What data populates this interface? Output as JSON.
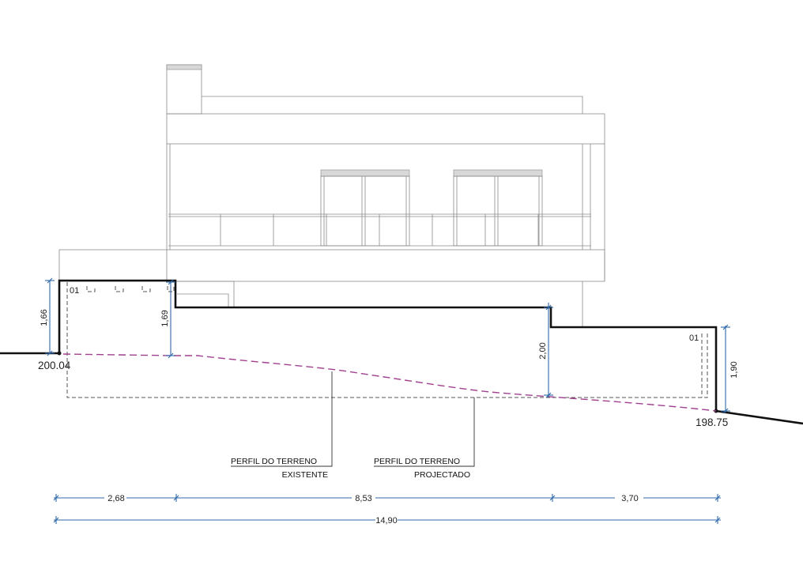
{
  "elevations": {
    "left": "200.04",
    "right": "198.75"
  },
  "levels": {
    "left_tag": "01",
    "right_tag": "01"
  },
  "vertical_dims": {
    "left_wall": "1,66",
    "left_step": "1,69",
    "mid_step": "2,00",
    "right_wall": "1,90"
  },
  "horizontal_dims": {
    "seg1": "2,68",
    "seg2": "8,53",
    "seg3": "3,70",
    "total": "14,90"
  },
  "labels": {
    "existing_line1": "PERFIL DO TERRENO",
    "existing_line2": "EXISTENTE",
    "projected_line1": "PERFIL DO TERRENO",
    "projected_line2": "PROJECTADO"
  },
  "colors": {
    "terrain_line": "#a0408f",
    "dimension_line": "#2f68a8",
    "profile_line": "#111111"
  }
}
